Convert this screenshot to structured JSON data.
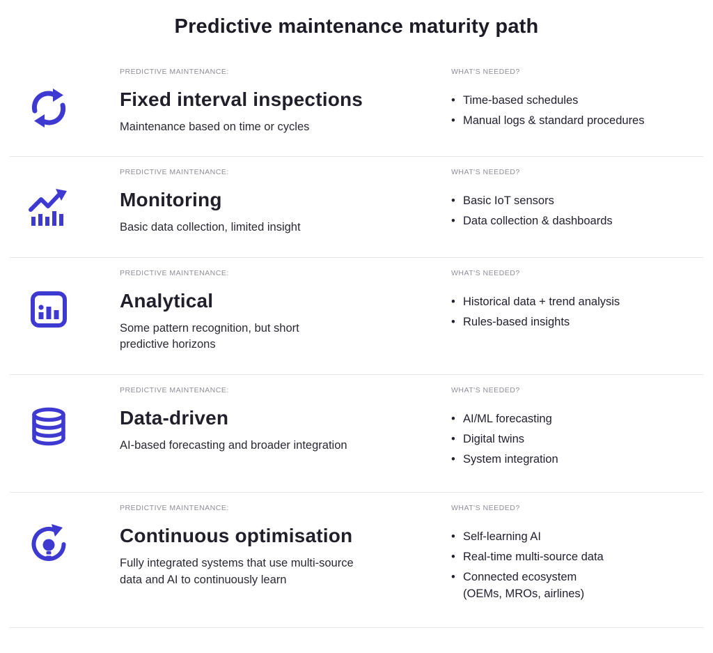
{
  "title": "Predictive maintenance maturity path",
  "column_labels": {
    "left": "PREDICTIVE MAINTENANCE:",
    "right": "WHAT'S NEEDED?"
  },
  "colors": {
    "accent": "#3e3ad1",
    "heading": "#201f2a",
    "label": "#8e8e97",
    "body": "#2a2933",
    "divider": "#e7e7ea"
  },
  "rows": [
    {
      "icon": "cycle-arrows-icon",
      "heading": "Fixed interval inspections",
      "description": "Maintenance based on time or cycles",
      "needs": [
        "Time-based schedules",
        "Manual logs & standard procedures"
      ]
    },
    {
      "icon": "trend-chart-icon",
      "heading": "Monitoring",
      "description": "Basic data collection, limited insight",
      "needs": [
        "Basic IoT sensors",
        "Data collection & dashboards"
      ]
    },
    {
      "icon": "bar-chart-panel-icon",
      "heading": "Analytical",
      "description": "Some pattern recognition, but short\npredictive horizons",
      "needs": [
        "Historical data + trend analysis",
        "Rules-based insights"
      ]
    },
    {
      "icon": "database-icon",
      "heading": "Data-driven",
      "description": "AI-based forecasting and broader integration",
      "needs": [
        "AI/ML forecasting",
        "Digital twins",
        "System integration"
      ]
    },
    {
      "icon": "optimisation-bulb-icon",
      "heading": "Continuous optimisation",
      "description": "Fully integrated systems that use multi-source\ndata and AI to continuously learn",
      "needs": [
        "Self-learning AI",
        "Real-time multi-source data",
        "Connected ecosystem\n(OEMs, MROs, airlines)"
      ]
    }
  ]
}
